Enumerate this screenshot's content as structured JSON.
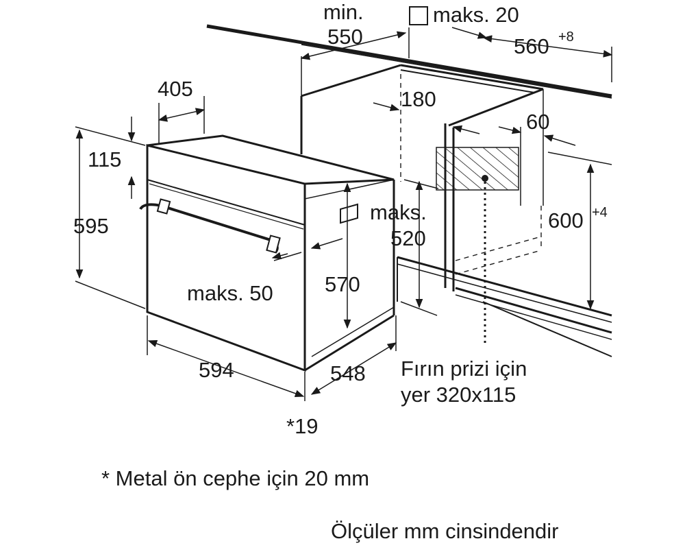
{
  "dimensions": {
    "min_label": "min.",
    "min_value": "550",
    "maks_20": "maks. 20",
    "width_560": "560",
    "width_560_tol": "+8",
    "d405": "405",
    "d180": "180",
    "d60": "60",
    "d115": "115",
    "d595": "595",
    "d600": "600",
    "d600_tol": "+4",
    "maks_label": "maks.",
    "d520": "520",
    "maks_50": "maks. 50",
    "d570": "570",
    "d594": "594",
    "d548": "548",
    "d19": "*19"
  },
  "notes": {
    "socket_line1": "Fırın prizi için",
    "socket_line2": "yer 320x115",
    "metal_front": "* Metal ön cephe için 20 mm",
    "units": "Ölçüler mm cinsindendir"
  }
}
